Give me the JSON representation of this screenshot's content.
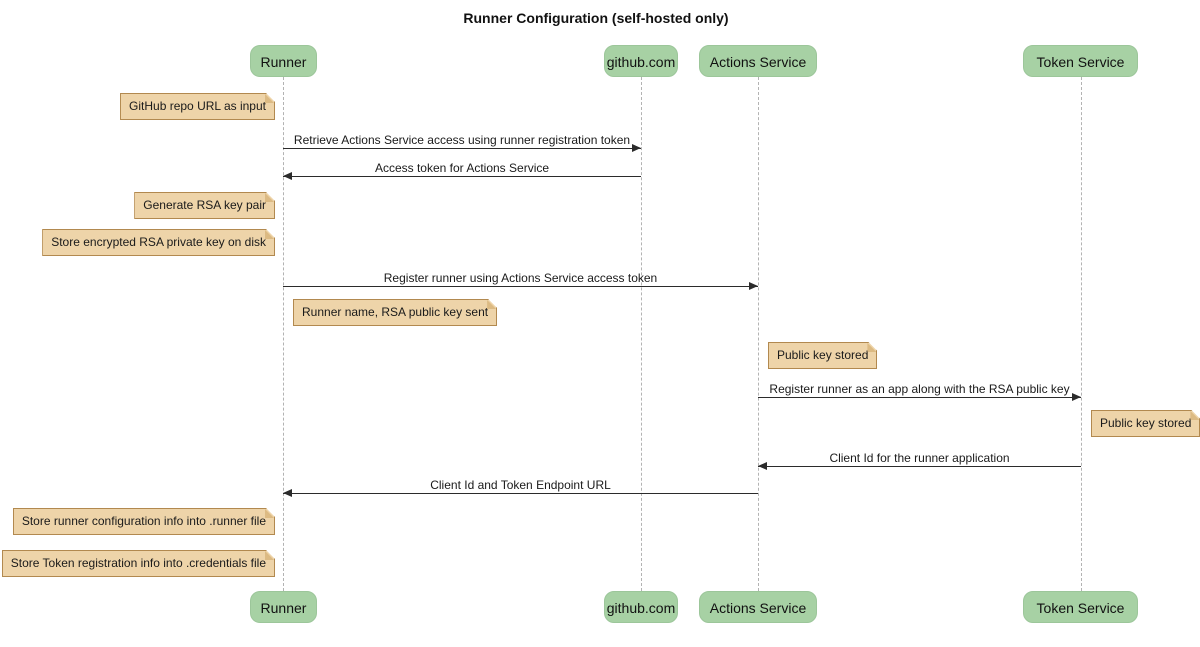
{
  "title": "Runner Configuration (self-hosted only)",
  "participants": [
    {
      "label": "Runner"
    },
    {
      "label": "github.com"
    },
    {
      "label": "Actions Service"
    },
    {
      "label": "Token Service"
    }
  ],
  "messages": [
    {
      "label": "Retrieve Actions Service access using runner registration token",
      "from": "Runner",
      "to": "github.com",
      "direction": "right"
    },
    {
      "label": "Access token for Actions Service",
      "from": "github.com",
      "to": "Runner",
      "direction": "left"
    },
    {
      "label": "Register runner using Actions Service access token",
      "from": "Runner",
      "to": "Actions Service",
      "direction": "right"
    },
    {
      "label": "Register runner as an app along with the RSA public key",
      "from": "Actions Service",
      "to": "Token Service",
      "direction": "right"
    },
    {
      "label": "Client Id for the runner application",
      "from": "Token Service",
      "to": "Actions Service",
      "direction": "left"
    },
    {
      "label": "Client Id and Token Endpoint URL",
      "from": "Actions Service",
      "to": "Runner",
      "direction": "left"
    }
  ],
  "notes": [
    {
      "label": "GitHub repo URL as input",
      "position": "left of Runner"
    },
    {
      "label": "Generate RSA key pair",
      "position": "left of Runner"
    },
    {
      "label": "Store encrypted RSA private key on disk",
      "position": "left of Runner"
    },
    {
      "label": "Runner name, RSA public key sent",
      "position": "right of Runner"
    },
    {
      "label": "Public key stored",
      "position": "right of Actions Service"
    },
    {
      "label": "Public key stored",
      "position": "right of Token Service"
    },
    {
      "label": "Store runner configuration info into .runner file",
      "position": "left of Runner"
    },
    {
      "label": "Store Token registration info into .credentials file",
      "position": "left of Runner"
    }
  ],
  "colors": {
    "participant_bg": "#a7d1a4",
    "participant_border": "#9cc69a",
    "note_bg": "#eed4a9",
    "note_border": "#b2894f",
    "note_fold": "#dcba83",
    "lifeline_color": "#b3b3b3",
    "arrow_color": "#2b2b2b",
    "text_color": "#1a1a1a"
  }
}
